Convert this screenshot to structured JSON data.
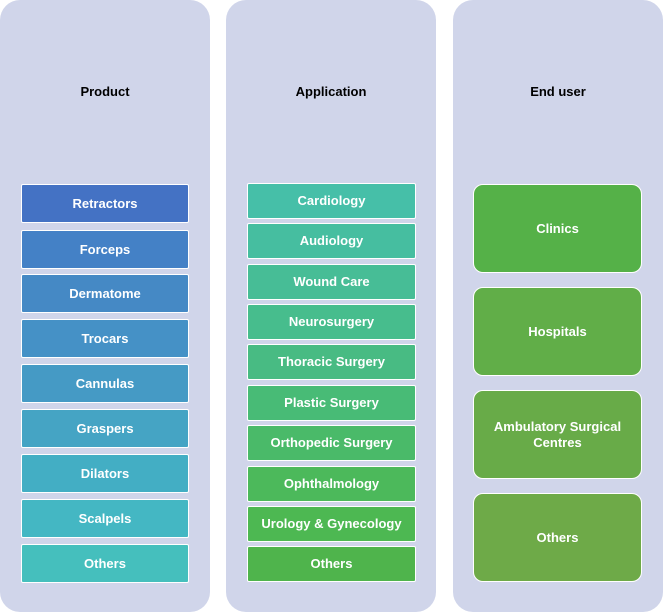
{
  "columns": [
    {
      "title": "Product",
      "items": [
        "Retractors",
        "Forceps",
        "Dermatome",
        "Trocars",
        "Cannulas",
        "Graspers",
        "Dilators",
        "Scalpels",
        "Others"
      ],
      "colors": [
        "#4472c4",
        "#4481c6",
        "#4589c5",
        "#4591c6",
        "#459ac5",
        "#45a4c4",
        "#43aec4",
        "#44b7c3",
        "#45bfbd"
      ]
    },
    {
      "title": "Application",
      "items": [
        "Cardiology",
        "Audiology",
        "Wound Care",
        "Neurosurgery",
        "Thoracic Surgery",
        "Plastic Surgery",
        "Orthopedic Surgery",
        "Ophthalmology",
        "Urology & Gynecology",
        "Others"
      ],
      "colors": [
        "#46bfa8",
        "#46bea0",
        "#47bd96",
        "#47bd8d",
        "#48bb83",
        "#48bb76",
        "#4aba69",
        "#4cb95b",
        "#4db852",
        "#4fb44c"
      ]
    },
    {
      "title": "End user",
      "items": [
        "Clinics",
        "Hospitals",
        "Ambulatory  Surgical\nCentres",
        "Others"
      ],
      "colors": [
        "#55b148",
        "#61ae48",
        "#68ab48",
        "#6eaa48"
      ]
    }
  ]
}
